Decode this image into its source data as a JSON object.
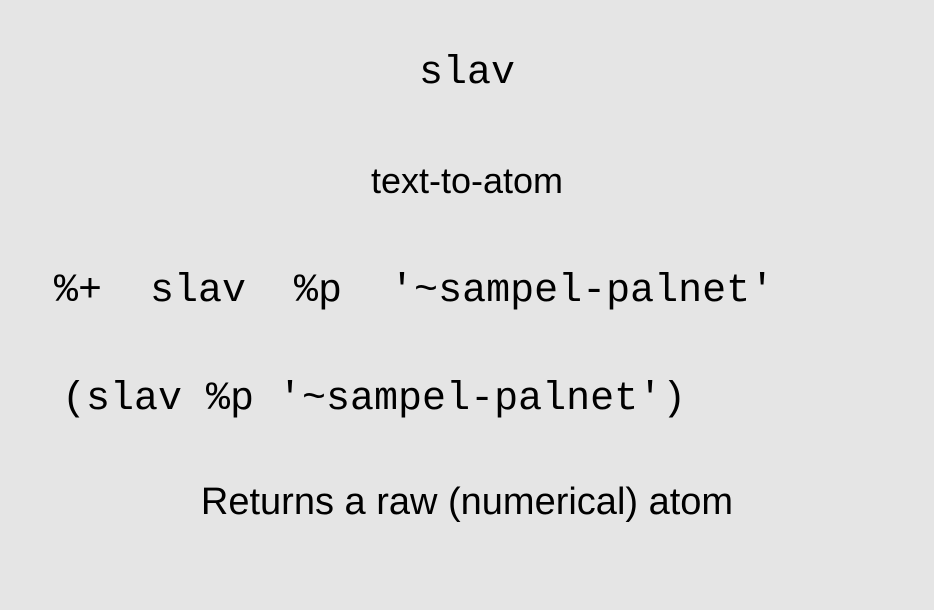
{
  "slide": {
    "title": "slav",
    "subtitle": "text-to-atom",
    "code_rune": "%+  slav  %p  '~sampel-palnet'",
    "code_call": "(slav %p '~sampel-palnet')",
    "description": "Returns a raw (numerical) atom"
  },
  "colors": {
    "background": "#e5e5e5",
    "text": "#000000"
  }
}
